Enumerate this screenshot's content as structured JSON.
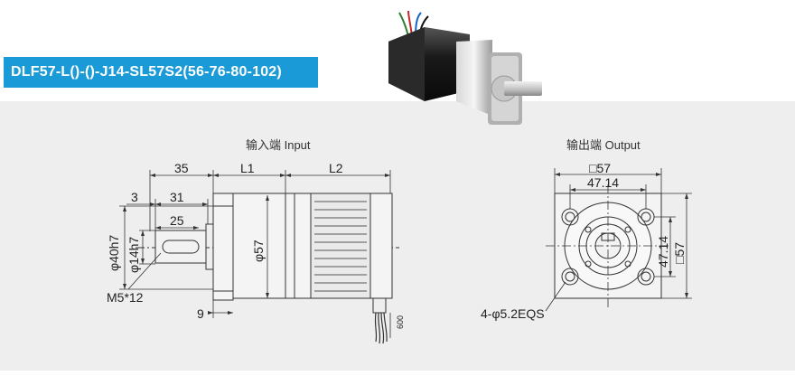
{
  "model_title": "DLF57-L()-()-J14-SL57S2(56-76-80-102)",
  "views": {
    "input_label": "输入端 Input",
    "output_label": "输出端 Output"
  },
  "input_dims": {
    "d35": "35",
    "dL1": "L1",
    "dL2": "L2",
    "d3": "3",
    "d31": "31",
    "d25": "25",
    "d40h7": "φ40h7",
    "d14h7": "φ14h7",
    "d57": "φ57",
    "m5": "M5*12",
    "d9": "9",
    "d600": "600"
  },
  "output_dims": {
    "sq57_top": "□57",
    "w4714": "47.14",
    "h4714": "47.14",
    "sq57_right": "□57",
    "holes": "4-φ5.2EQS"
  },
  "colors": {
    "banner": "#1a9ad6",
    "panel": "#eeeeee"
  }
}
